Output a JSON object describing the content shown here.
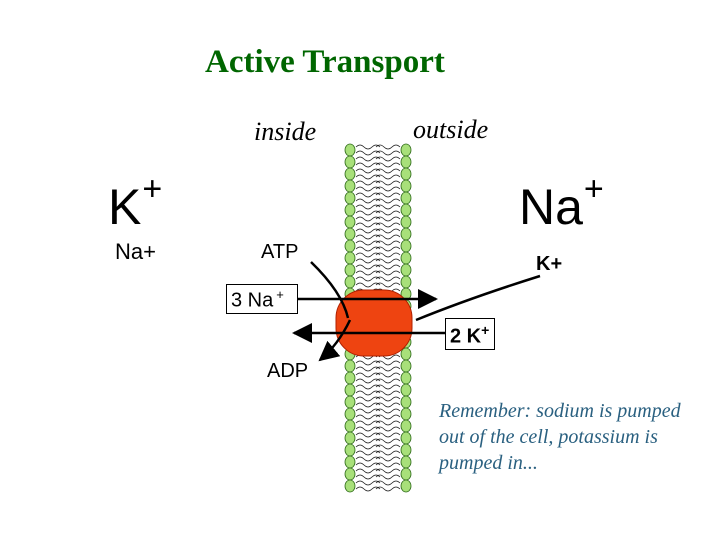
{
  "title": "Active Transport",
  "labels": {
    "inside": "inside",
    "outside": "outside",
    "k_inside": "K",
    "na_outside": "Na",
    "plus": "+",
    "na_inside": "Na+",
    "atp": "ATP",
    "k_outside": "K+",
    "na3_text": "3 Na",
    "na3_plus": "+",
    "k2_text": "2 K",
    "k2_plus": "+",
    "adp": "ADP"
  },
  "note": "Remember: sodium is pumped out of the cell, potassium is pumped in...",
  "colors": {
    "title": "#006600",
    "lipid_head": "#a8e07a",
    "pump": "#ee4411",
    "note": "#2a6080"
  },
  "icons": [
    "lipid-bilayer",
    "sodium-potassium-pump"
  ]
}
